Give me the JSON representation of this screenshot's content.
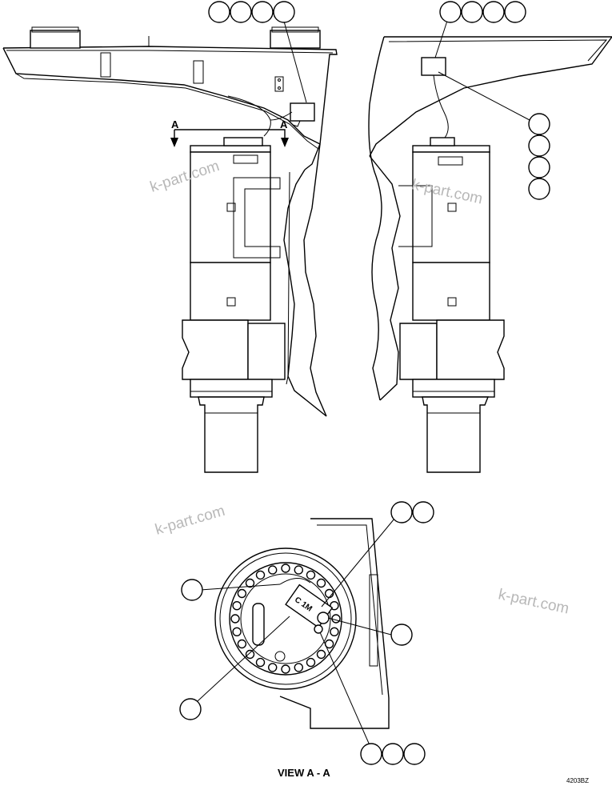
{
  "section_marker": "A",
  "view_title": "VIEW A - A",
  "drawing_code": "4203BZ",
  "watermark": "k-part.com",
  "colors": {
    "line": "#000000",
    "background": "#ffffff",
    "watermark": "#b8b8b8"
  }
}
